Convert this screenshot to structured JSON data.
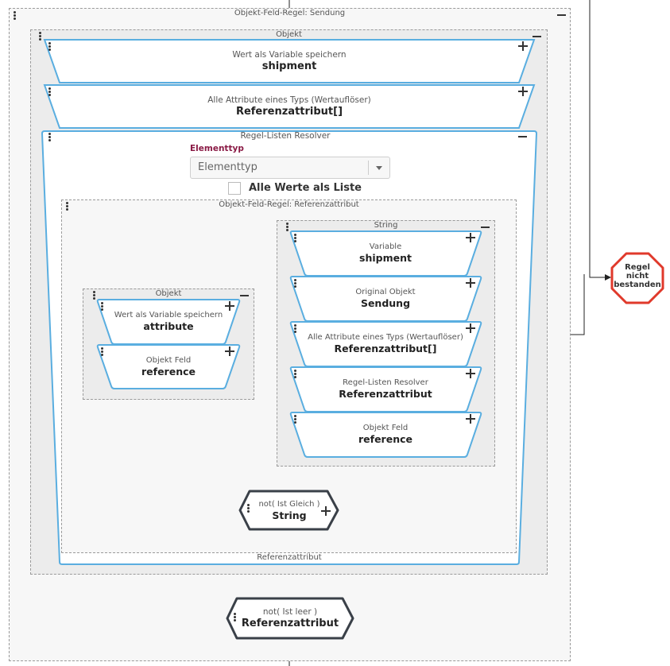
{
  "outer_group": {
    "title": "Objekt-Feld-Regel: Sendung"
  },
  "objekt_group": {
    "title": "Objekt"
  },
  "node_shipment": {
    "sub": "Wert als Variable speichern",
    "main": "shipment"
  },
  "node_refattr": {
    "sub": "Alle Attribute eines Typs (Wertauflöser)",
    "main": "Referenzattribut[]"
  },
  "resolver": {
    "title": "Regel-Listen Resolver",
    "element_label": "Elementtyp",
    "select_value": "Elementtyp",
    "checkbox_label": "Alle Werte als Liste",
    "footer": "Referenzattribut"
  },
  "inner_group": {
    "title": "Objekt-Feld-Regel: Referenzattribut"
  },
  "left_objekt": {
    "title": "Objekt",
    "nodes": [
      {
        "sub": "Wert als Variable speichern",
        "main": "attribute"
      },
      {
        "sub": "Objekt Feld",
        "main": "reference"
      }
    ]
  },
  "string_group": {
    "title": "String",
    "nodes": [
      {
        "sub": "Variable",
        "main": "shipment"
      },
      {
        "sub": "Original Objekt",
        "main": "Sendung"
      },
      {
        "sub": "Alle Attribute eines Typs (Wertauflöser)",
        "main": "Referenzattribut[]"
      },
      {
        "sub": "Regel-Listen Resolver",
        "main": "Referenzattribut"
      },
      {
        "sub": "Objekt Feld",
        "main": "reference"
      }
    ]
  },
  "cond_inner": {
    "sub": "not( Ist Gleich )",
    "main": "String"
  },
  "cond_outer": {
    "sub": "not( Ist leer )",
    "main": "Referenzattribut"
  },
  "stop": {
    "line1": "Regel",
    "line2": "nicht",
    "line3": "bestanden"
  },
  "colors": {
    "node_border": "#5aaee0",
    "cond_border": "#3a4048",
    "stop_border": "#e0392b"
  }
}
